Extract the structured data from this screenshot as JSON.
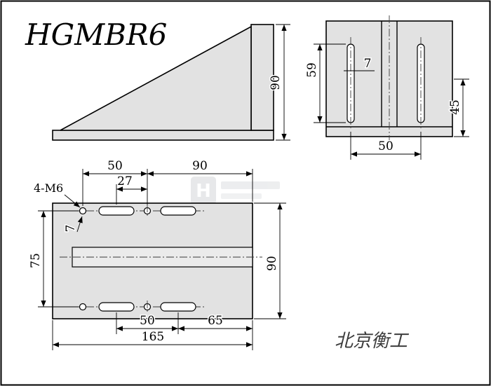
{
  "title": "HGMBR6",
  "brand": "北京衡工",
  "watermark": {
    "letter": "H"
  },
  "side_view": {
    "dim_height": "90"
  },
  "front_view": {
    "dim_slot_length": "59",
    "dim_slot_width": "7",
    "dim_45": "45",
    "dim_slot_spacing": "50"
  },
  "plan_view": {
    "dim_50_top": "50",
    "dim_90_top": "90",
    "dim_27": "27",
    "thread_label": "4-M6",
    "dim_7": "7",
    "dim_75": "75",
    "dim_90_right": "90",
    "dim_50_bottom": "50",
    "dim_65": "65",
    "dim_165": "165"
  }
}
